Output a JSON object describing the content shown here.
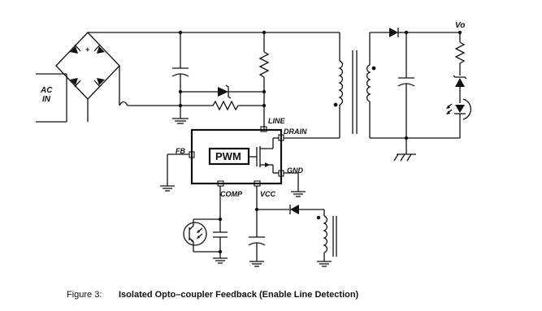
{
  "labels": {
    "ac_in_line1": "AC",
    "ac_in_line2": "IN",
    "bridge_plus": "+",
    "vo": "Vo",
    "line": "LINE",
    "drain": "DRAIN",
    "fb": "FB",
    "gnd": "GND",
    "comp": "COMP",
    "vcc": "VCC",
    "pwm": "PWM"
  },
  "caption": {
    "figure_number": "Figure 3:",
    "title": "Isolated Opto–coupler Feedback (Enable Line Detection)"
  },
  "colors": {
    "ink": "#111111",
    "background": "#ffffff"
  }
}
